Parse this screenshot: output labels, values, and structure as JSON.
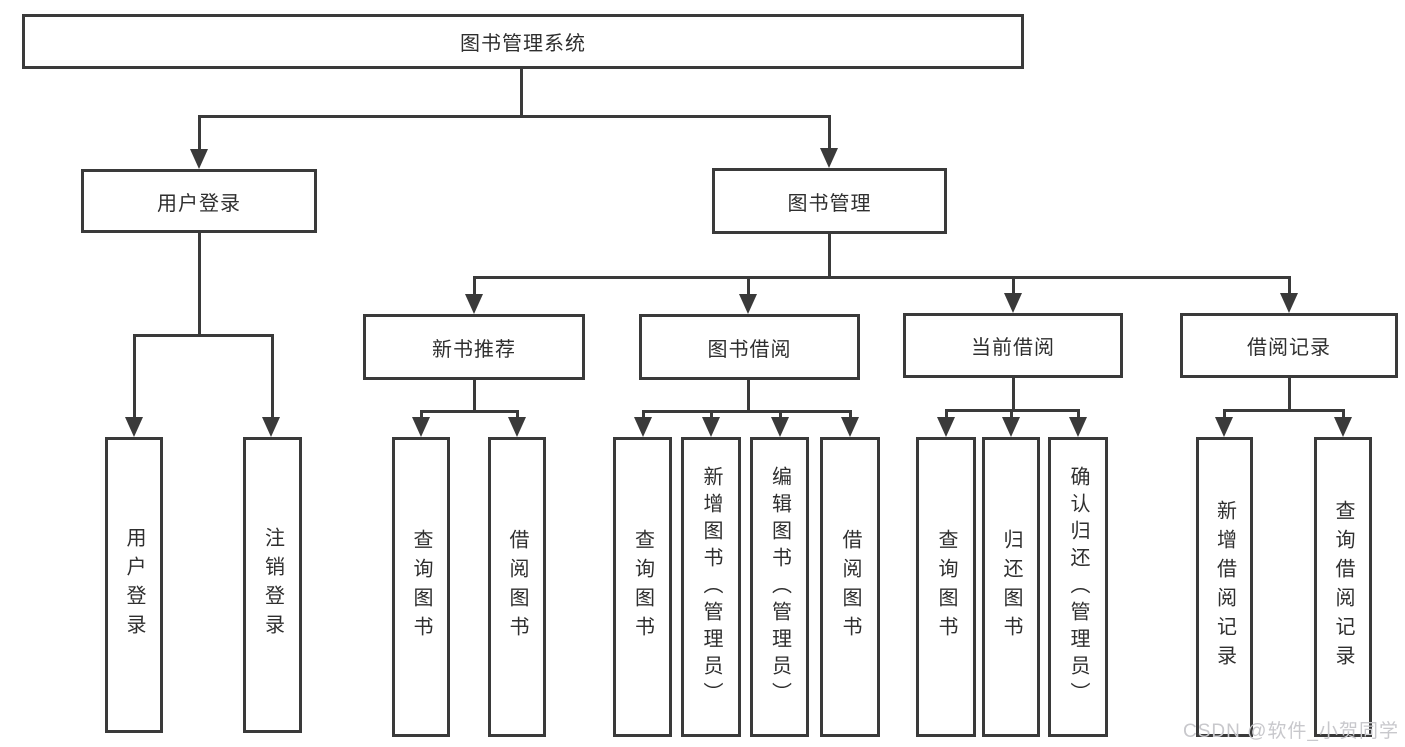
{
  "title": "图书管理系统",
  "nodes": {
    "root": "图书管理系统",
    "user_login": "用户登录",
    "book_mgmt": "图书管理",
    "new_book_rec": "新书推荐",
    "book_borrow": "图书借阅",
    "current_borrow": "当前借阅",
    "borrow_records": "借阅记录",
    "leaf_user_login": "用户登录",
    "leaf_logout": "注销登录",
    "rec_query_book": "查询图书",
    "rec_borrow_book": "借阅图书",
    "bb_query_book": "查询图书",
    "bb_add_book": "新增图书（管理员）",
    "bb_edit_book": "编辑图书（管理员）",
    "bb_borrow_book": "借阅图书",
    "cb_query_book": "查询图书",
    "cb_return_book": "归还图书",
    "cb_confirm_return": "确认归还（管理员）",
    "br_add_record": "新增借阅记录",
    "br_query_record": "查询借阅记录"
  },
  "hierarchy": {
    "图书管理系统": {
      "用户登录": [
        "用户登录",
        "注销登录"
      ],
      "图书管理": {
        "新书推荐": [
          "查询图书",
          "借阅图书"
        ],
        "图书借阅": [
          "查询图书",
          "新增图书（管理员）",
          "编辑图书（管理员）",
          "借阅图书"
        ],
        "当前借阅": [
          "查询图书",
          "归还图书",
          "确认归还（管理员）"
        ],
        "借阅记录": [
          "新增借阅记录",
          "查询借阅记录"
        ]
      }
    }
  },
  "watermark": "CSDN @软件_小贺同学",
  "colors": {
    "line": "#3a3a3a",
    "text": "#2f2f2f",
    "watermark": "#c8c8cc",
    "background": "#ffffff"
  }
}
